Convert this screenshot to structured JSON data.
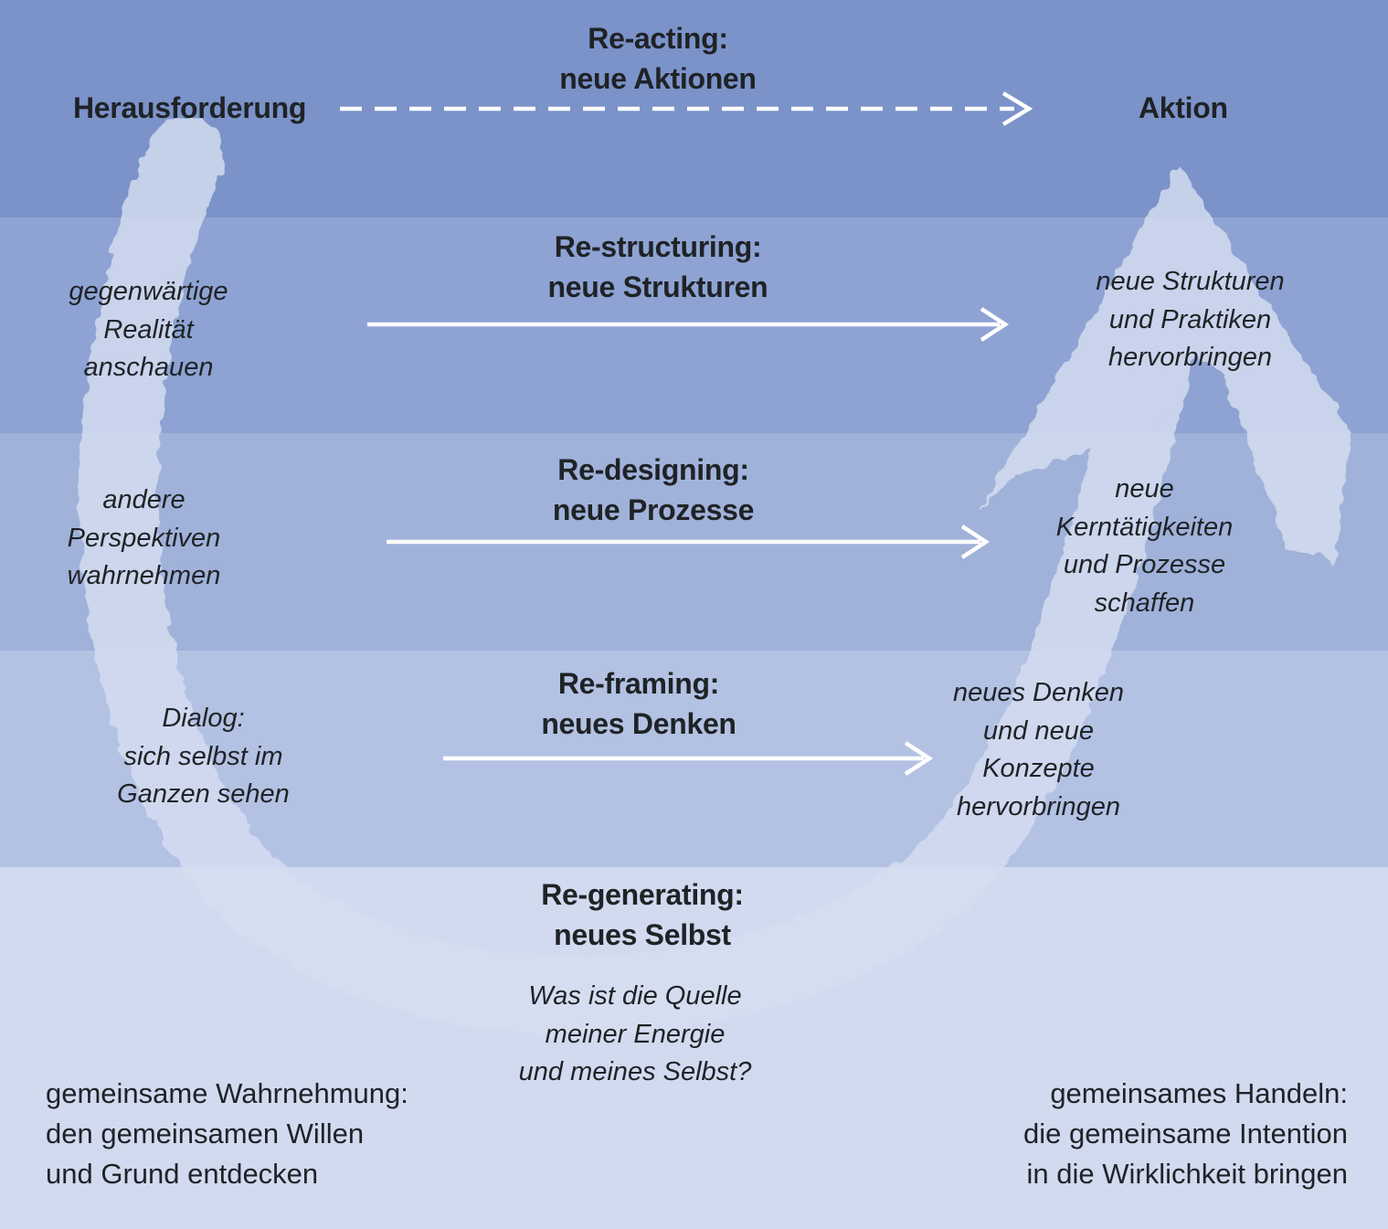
{
  "colors": {
    "band_1": "#7b93c9",
    "band_2": "#8ea3d3",
    "band_3": "#a0b2da",
    "band_4": "#b3c2e3",
    "band_5": "#d1daef",
    "stroke": "#d6def1",
    "arrow": "#ffffff",
    "text": "#1f2326"
  },
  "top": {
    "left_label": "Herausforderung",
    "right_label": "Aktion"
  },
  "levels": [
    {
      "title": [
        "Re-acting:",
        "neue Aktionen"
      ],
      "arrow": "dashed"
    },
    {
      "title": [
        "Re-structuring:",
        "neue Strukturen"
      ],
      "left": [
        "gegenwärtige",
        "Realität",
        "anschauen"
      ],
      "right": [
        "neue Strukturen",
        "und Praktiken",
        "hervorbringen"
      ],
      "arrow": "solid"
    },
    {
      "title": [
        "Re-designing:",
        "neue Prozesse"
      ],
      "left": [
        "andere",
        "Perspektiven",
        "wahrnehmen"
      ],
      "right": [
        "neue",
        "Kerntätigkeiten",
        "und Prozesse",
        "schaffen"
      ],
      "arrow": "solid"
    },
    {
      "title": [
        "Re-framing:",
        "neues Denken"
      ],
      "left": [
        "Dialog:",
        "sich selbst im",
        "Ganzen sehen"
      ],
      "right": [
        "neues Denken",
        "und neue",
        "Konzepte",
        "hervorbringen"
      ],
      "arrow": "solid"
    },
    {
      "title": [
        "Re-generating:",
        "neues Selbst"
      ],
      "question": [
        "Was ist die Quelle",
        "meiner Energie",
        "und meines Selbst?"
      ]
    }
  ],
  "bottom": {
    "left": [
      "gemeinsame Wahrnehmung:",
      "den gemeinsamen Willen",
      "und Grund entdecken"
    ],
    "right": [
      "gemeinsames Handeln:",
      "die gemeinsame Intention",
      "in die Wirklichkeit bringen"
    ]
  }
}
